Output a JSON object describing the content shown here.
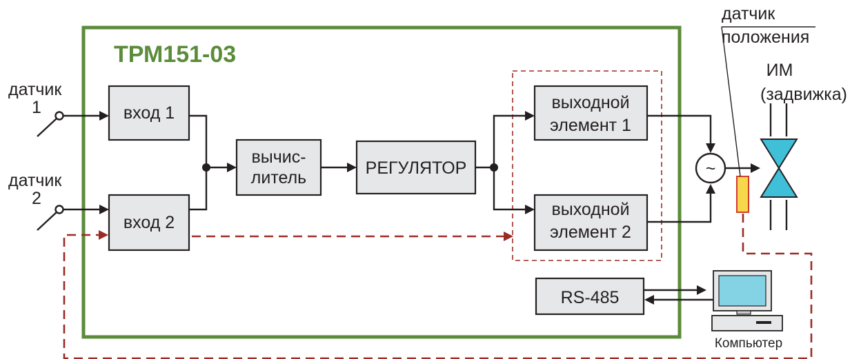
{
  "device": {
    "title": "ТРМ151-03"
  },
  "sensors": [
    {
      "line1": "датчик",
      "line2": "1"
    },
    {
      "line1": "датчик",
      "line2": "2"
    }
  ],
  "blocks": {
    "input1": "вход 1",
    "input2": "вход 2",
    "calculator_line1": "вычис-",
    "calculator_line2": "литель",
    "regulator": "РЕГУЛЯТОР",
    "output1_line1": "выходной",
    "output1_line2": "элемент 1",
    "output2_line1": "выходной",
    "output2_line2": "элемент 2",
    "rs485": "RS-485"
  },
  "motor": {
    "symbol": "~"
  },
  "position_sensor": {
    "line1": "датчик",
    "line2": "положения"
  },
  "actuator": {
    "line1": "ИМ",
    "line2": "(задвижка)"
  },
  "computer": {
    "label": "Компьютер"
  },
  "colors": {
    "device_border": "#5b8c3a",
    "feedback_line": "#9b2b25",
    "valve": "#3fc0d8",
    "position_sensor": "#f6d84a",
    "position_sensor_border": "#d23b2b",
    "monitor_screen": "#84d3e4"
  }
}
